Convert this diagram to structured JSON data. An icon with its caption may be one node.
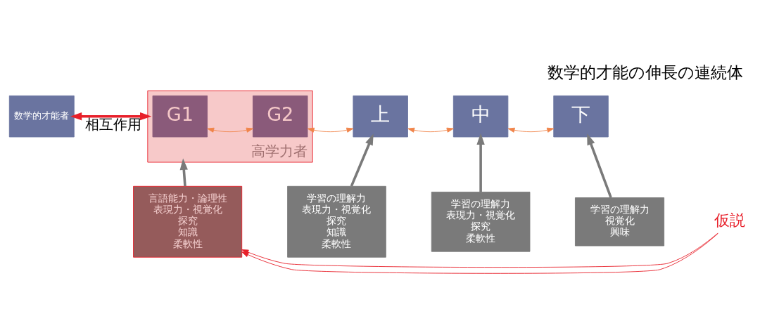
{
  "diagram": {
    "title": "数学的才能の伸長の連続体",
    "nodes": [
      {
        "text": [
          "数学的才能者"
        ]
      },
      {
        "text": [
          "高学力者"
        ]
      },
      {
        "text": [
          "G1"
        ],
        "in": 1
      },
      {
        "text": [
          "G2"
        ],
        "in": 1
      },
      {
        "text": [
          "上"
        ]
      },
      {
        "text": [
          "中"
        ]
      },
      {
        "text": [
          "下"
        ]
      },
      {
        "text": [
          "言語能力・論理性",
          "表現力・視覚化",
          "探究",
          "知識",
          "柔軟性"
        ]
      },
      {
        "text": [
          "学習の理解力",
          "表現力・視覚化",
          "探究",
          "知識",
          "柔軟性"
        ]
      },
      {
        "text": [
          "学習の理解力",
          "表現力・視覚化",
          "探究",
          "柔軟性"
        ]
      },
      {
        "text": [
          "学習の理解力",
          "視覚化",
          "興味"
        ]
      },
      {
        "text": [
          "仮説"
        ]
      }
    ],
    "edges": [
      {
        "from": 0,
        "to": 1,
        "arrow": "both",
        "label": "相互作用",
        "style": "thick",
        "color": "#e8202a"
      },
      {
        "from": 2,
        "to": 3,
        "arrow": "both"
      },
      {
        "from": 3,
        "to": 4,
        "arrow": "both"
      },
      {
        "from": 4,
        "to": 5,
        "arrow": "both"
      },
      {
        "from": 5,
        "to": 6,
        "arrow": "both"
      },
      {
        "from": 7,
        "to": 1,
        "arrow": "to",
        "style": "thick",
        "color": "#7a7a7a"
      },
      {
        "from": 8,
        "to": 4,
        "arrow": "to",
        "style": "thick",
        "color": "#7a7a7a"
      },
      {
        "from": 9,
        "to": 5,
        "arrow": "to",
        "style": "thick",
        "color": "#7a7a7a"
      },
      {
        "from": 10,
        "to": 6,
        "arrow": "to",
        "style": "thick",
        "color": "#7a7a7a"
      },
      {
        "from": 11,
        "to": 7,
        "arrow": "to",
        "color": "#e8202a"
      },
      {
        "from": 11,
        "to": 7,
        "arrow": "to",
        "color": "#e8202a"
      }
    ]
  }
}
